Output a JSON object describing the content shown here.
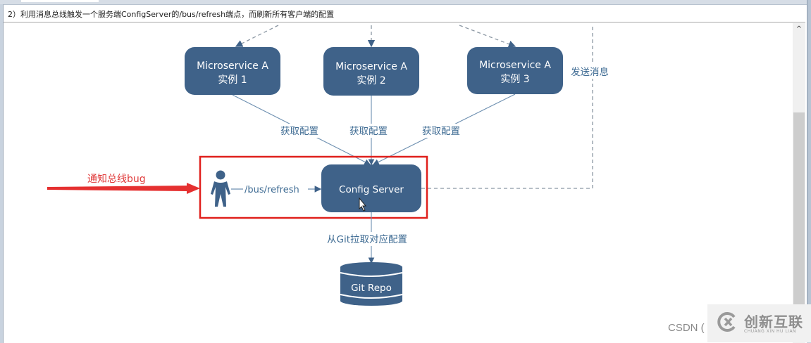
{
  "header": {
    "title": "2）利用消息总线触发一个服务端ConfigServer的/bus/refresh端点，而刷新所有客户端的配置"
  },
  "diagram": {
    "nodes": [
      {
        "id": "ms1",
        "line1": "Microservice A",
        "line2": "实例 1"
      },
      {
        "id": "ms2",
        "line1": "Microservice  A",
        "line2": "实例 2"
      },
      {
        "id": "ms3",
        "line1": "Microservice A",
        "line2": "实例 3"
      },
      {
        "id": "config",
        "line1": "Config Server"
      },
      {
        "id": "repo",
        "line1": "Git Repo"
      }
    ],
    "edge_labels": {
      "fetch1": "获取配置",
      "fetch2": "获取配置",
      "fetch3": "获取配置",
      "send_message": "发送消息",
      "refresh": "/bus/refresh",
      "pull_git": "从Git拉取对应配置"
    },
    "annotation": {
      "label": "通知总线bug",
      "color": "#e03a3a"
    },
    "colors": {
      "node_fill": "#3f6289",
      "line": "#6d8fb0",
      "dashed": "#8b97a3",
      "highlight_box": "#e0201c"
    }
  },
  "scrollbar": {
    "up_icon": "^"
  },
  "watermark": {
    "csdn": "CSDN (",
    "brand_cn": "创新互联",
    "brand_en": "CHUANG XIN HU LIAN"
  }
}
